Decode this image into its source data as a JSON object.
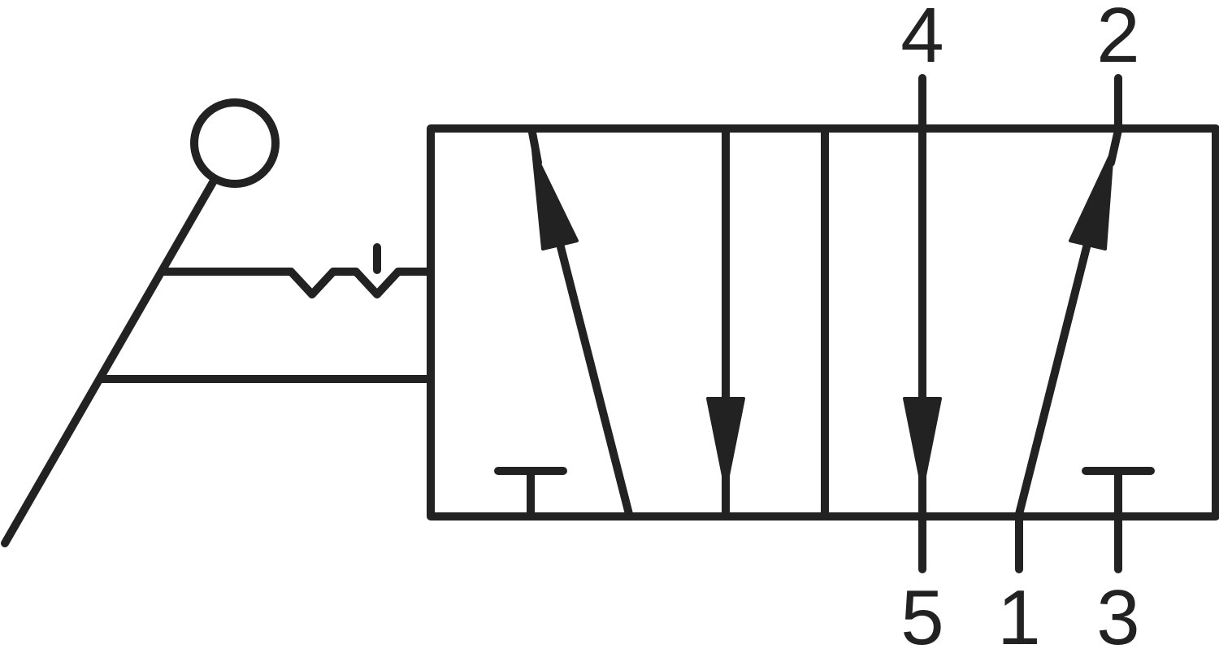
{
  "colors": {
    "stroke": "#222222",
    "background": "#ffffff"
  },
  "ports": {
    "top_left": "4",
    "top_right": "2",
    "bottom_left": "5",
    "bottom_middle": "1",
    "bottom_right": "3"
  }
}
